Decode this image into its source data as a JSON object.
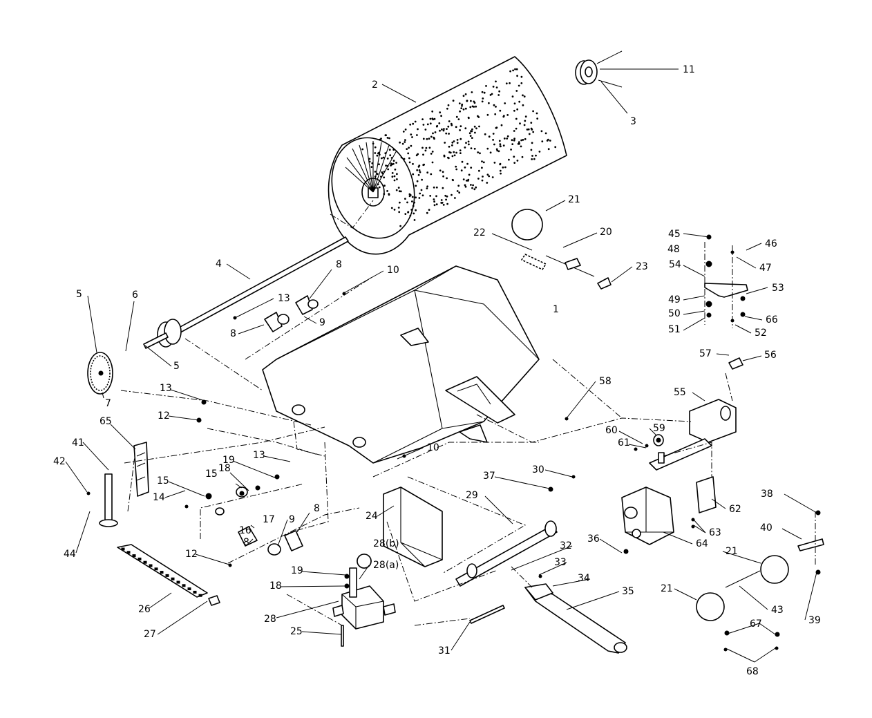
{
  "diagram": {
    "callouts": [
      {
        "id": "1",
        "text": "1"
      },
      {
        "id": "2",
        "text": "2"
      },
      {
        "id": "3",
        "text": "3"
      },
      {
        "id": "4",
        "text": "4"
      },
      {
        "id": "5a",
        "text": "5"
      },
      {
        "id": "5b",
        "text": "5"
      },
      {
        "id": "6",
        "text": "6"
      },
      {
        "id": "7",
        "text": "7"
      },
      {
        "id": "8a",
        "text": "8"
      },
      {
        "id": "8b",
        "text": "8"
      },
      {
        "id": "8c",
        "text": "8"
      },
      {
        "id": "8d",
        "text": "8"
      },
      {
        "id": "9a",
        "text": "9"
      },
      {
        "id": "9b",
        "text": "9"
      },
      {
        "id": "10a",
        "text": "10"
      },
      {
        "id": "10b",
        "text": "10"
      },
      {
        "id": "11",
        "text": "11"
      },
      {
        "id": "12a",
        "text": "12"
      },
      {
        "id": "12b",
        "text": "12"
      },
      {
        "id": "13a",
        "text": "13"
      },
      {
        "id": "13b",
        "text": "13"
      },
      {
        "id": "13c",
        "text": "13"
      },
      {
        "id": "14",
        "text": "14"
      },
      {
        "id": "15a",
        "text": "15"
      },
      {
        "id": "15b",
        "text": "15"
      },
      {
        "id": "16",
        "text": "16"
      },
      {
        "id": "17",
        "text": "17"
      },
      {
        "id": "18a",
        "text": "18"
      },
      {
        "id": "18b",
        "text": "18"
      },
      {
        "id": "19a",
        "text": "19"
      },
      {
        "id": "19b",
        "text": "19"
      },
      {
        "id": "20",
        "text": "20"
      },
      {
        "id": "21a",
        "text": "21"
      },
      {
        "id": "21b",
        "text": "21"
      },
      {
        "id": "21c",
        "text": "21"
      },
      {
        "id": "22",
        "text": "22"
      },
      {
        "id": "23",
        "text": "23"
      },
      {
        "id": "24",
        "text": "24"
      },
      {
        "id": "25",
        "text": "25"
      },
      {
        "id": "26",
        "text": "26"
      },
      {
        "id": "27",
        "text": "27"
      },
      {
        "id": "28",
        "text": "28"
      },
      {
        "id": "28a",
        "text": "28(a)"
      },
      {
        "id": "28b",
        "text": "28(b)"
      },
      {
        "id": "29",
        "text": "29"
      },
      {
        "id": "30",
        "text": "30"
      },
      {
        "id": "31",
        "text": "31"
      },
      {
        "id": "32",
        "text": "32"
      },
      {
        "id": "33",
        "text": "33"
      },
      {
        "id": "34",
        "text": "34"
      },
      {
        "id": "35",
        "text": "35"
      },
      {
        "id": "36",
        "text": "36"
      },
      {
        "id": "37",
        "text": "37"
      },
      {
        "id": "38",
        "text": "38"
      },
      {
        "id": "39",
        "text": "39"
      },
      {
        "id": "40",
        "text": "40"
      },
      {
        "id": "41",
        "text": "41"
      },
      {
        "id": "42",
        "text": "42"
      },
      {
        "id": "43",
        "text": "43"
      },
      {
        "id": "44",
        "text": "44"
      },
      {
        "id": "45",
        "text": "45"
      },
      {
        "id": "46",
        "text": "46"
      },
      {
        "id": "47",
        "text": "47"
      },
      {
        "id": "48",
        "text": "48"
      },
      {
        "id": "49",
        "text": "49"
      },
      {
        "id": "50",
        "text": "50"
      },
      {
        "id": "51",
        "text": "51"
      },
      {
        "id": "52",
        "text": "52"
      },
      {
        "id": "53",
        "text": "53"
      },
      {
        "id": "54",
        "text": "54"
      },
      {
        "id": "55",
        "text": "55"
      },
      {
        "id": "56",
        "text": "56"
      },
      {
        "id": "57",
        "text": "57"
      },
      {
        "id": "58",
        "text": "58"
      },
      {
        "id": "59",
        "text": "59"
      },
      {
        "id": "60",
        "text": "60"
      },
      {
        "id": "61",
        "text": "61"
      },
      {
        "id": "62",
        "text": "62"
      },
      {
        "id": "63",
        "text": "63"
      },
      {
        "id": "64",
        "text": "64"
      },
      {
        "id": "65",
        "text": "65"
      },
      {
        "id": "66",
        "text": "66"
      },
      {
        "id": "67",
        "text": "67"
      },
      {
        "id": "68",
        "text": "68"
      }
    ]
  }
}
